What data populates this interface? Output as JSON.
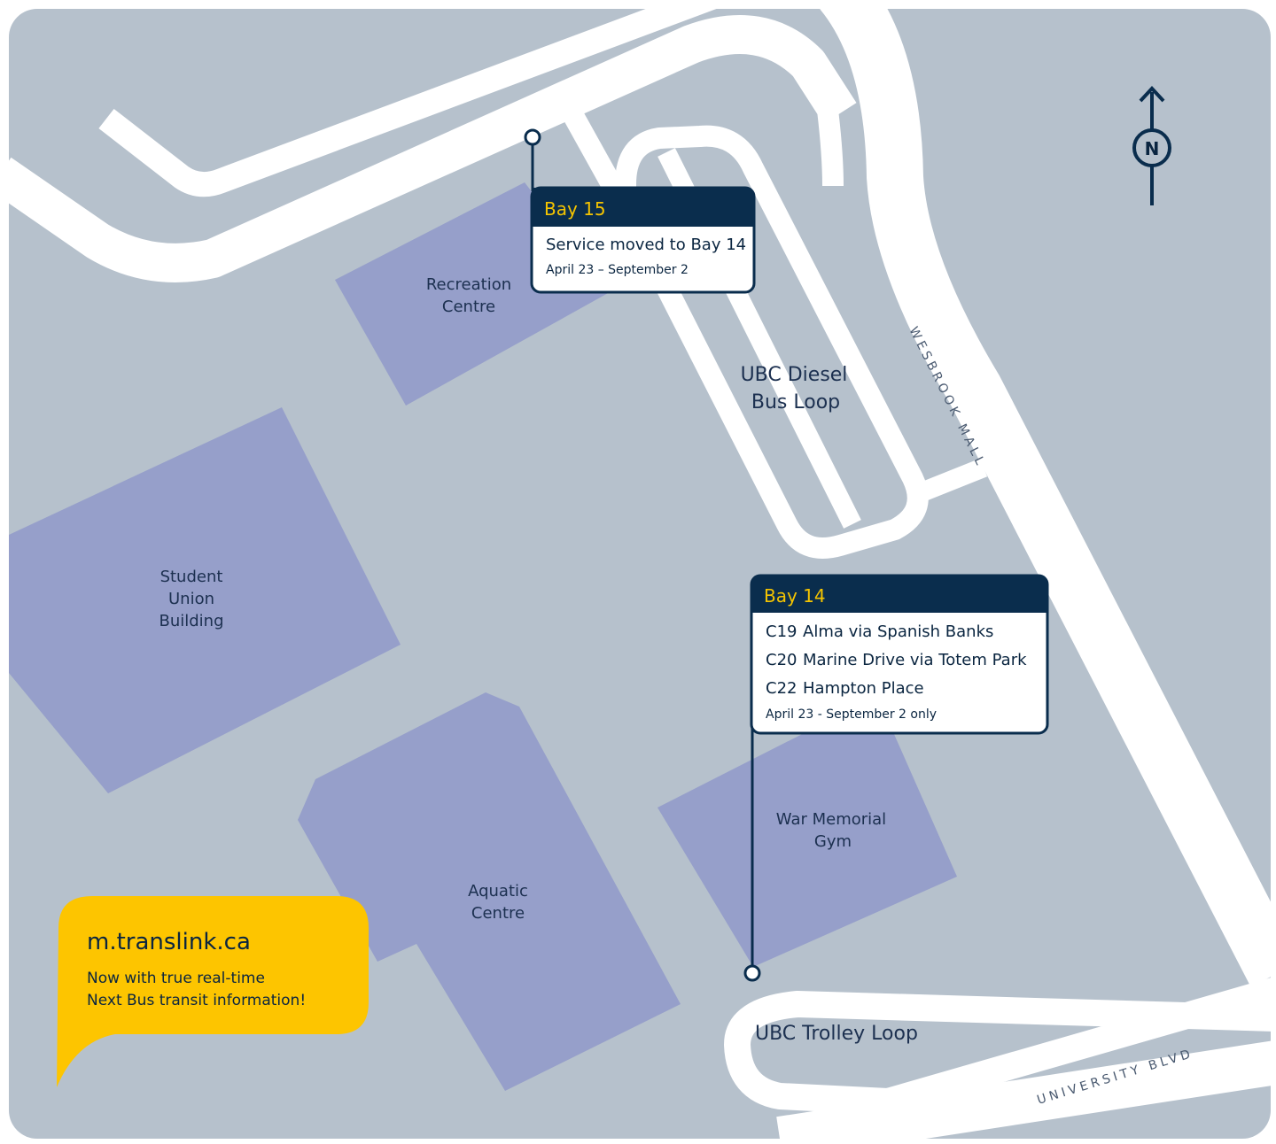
{
  "colors": {
    "background": "#b6c1cc",
    "road": "#ffffff",
    "building": "#969fca",
    "navy": "#0a2d4d",
    "bay_title": "#f5c400",
    "promo": "#fdc500"
  },
  "north": {
    "letter": "N"
  },
  "buildings": {
    "recreation": [
      "Recreation",
      "Centre"
    ],
    "student_union": [
      "Student",
      "Union",
      "Building"
    ],
    "aquatic": [
      "Aquatic",
      "Centre"
    ],
    "war_memorial": [
      "War Memorial",
      "Gym"
    ]
  },
  "loops": {
    "diesel": [
      "UBC Diesel",
      "Bus Loop"
    ],
    "trolley": "UBC Trolley Loop"
  },
  "streets": {
    "wesbrook": "WESBROOK MALL",
    "university": "UNIVERSITY BLVD"
  },
  "bay15": {
    "title": "Bay 15",
    "message": "Service moved to Bay 14",
    "dates": "April 23 – September 2"
  },
  "bay14": {
    "title": "Bay 14",
    "routes": [
      {
        "code": "C19",
        "name": "Alma via Spanish Banks"
      },
      {
        "code": "C20",
        "name": "Marine Drive via Totem Park"
      },
      {
        "code": "C22",
        "name": "Hampton Place"
      }
    ],
    "dates": "April 23 - September 2 only"
  },
  "promo": {
    "title": "m.translink.ca",
    "lines": [
      "Now with true real-time",
      "Next Bus transit information!"
    ]
  }
}
